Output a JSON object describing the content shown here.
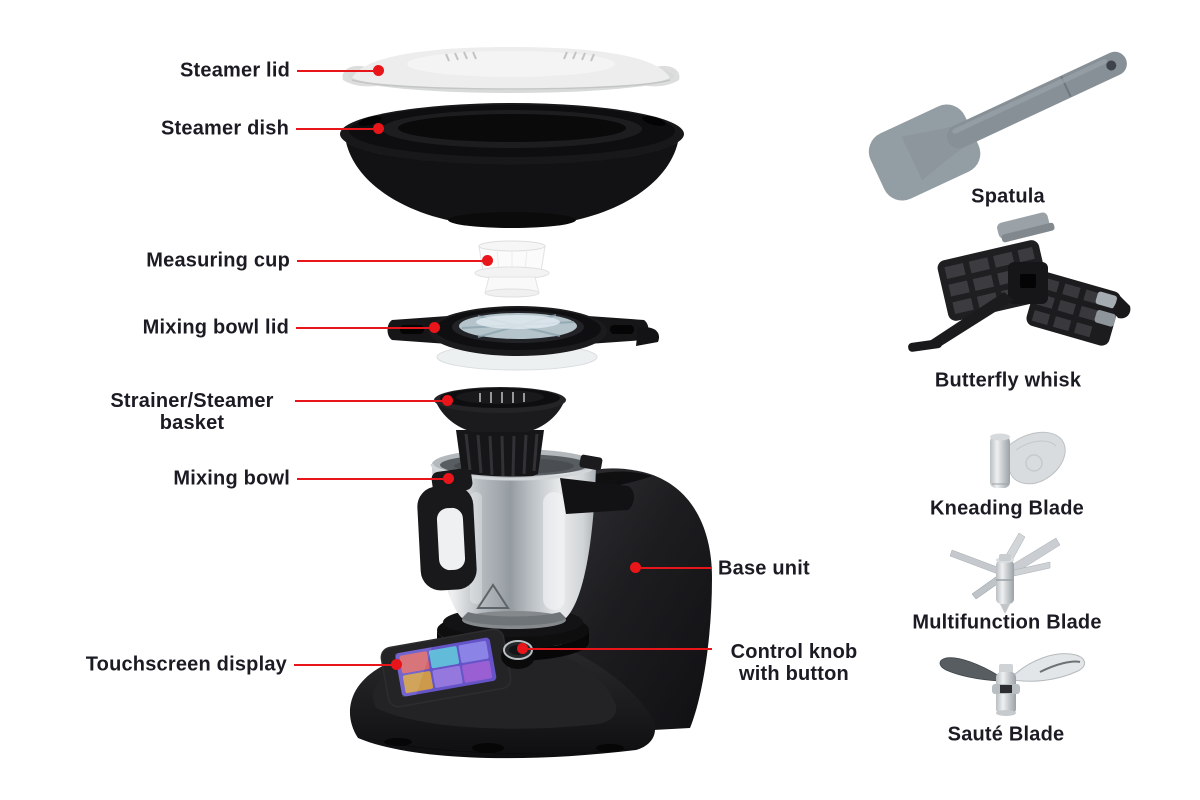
{
  "colors": {
    "background": "#ffffff",
    "callout_line": "#e8151a",
    "label_text": "#1a1b23",
    "product_black": "#161618",
    "steel": "#c6cacd",
    "spatula_gray": "#8d969d",
    "screen_tiles": [
      "#d4666b",
      "#62bcd9",
      "#8c83e6",
      "#cc9a4a",
      "#9478de",
      "#9a5fd2"
    ]
  },
  "callouts": [
    {
      "text": "Steamer lid"
    },
    {
      "text": "Steamer dish"
    },
    {
      "text": "Measuring cup"
    },
    {
      "text": "Mixing bowl lid"
    },
    {
      "text": "Strainer/Steamer basket"
    },
    {
      "text": "Mixing bowl"
    },
    {
      "text": "Base unit"
    },
    {
      "text": "Touchscreen display"
    },
    {
      "text": "Control knob with button"
    }
  ],
  "accessories": [
    {
      "label": "Spatula"
    },
    {
      "label": "Butterfly whisk"
    },
    {
      "label": "Kneading Blade"
    },
    {
      "label": "Multifunction Blade"
    },
    {
      "label": "Sauté Blade"
    }
  ]
}
